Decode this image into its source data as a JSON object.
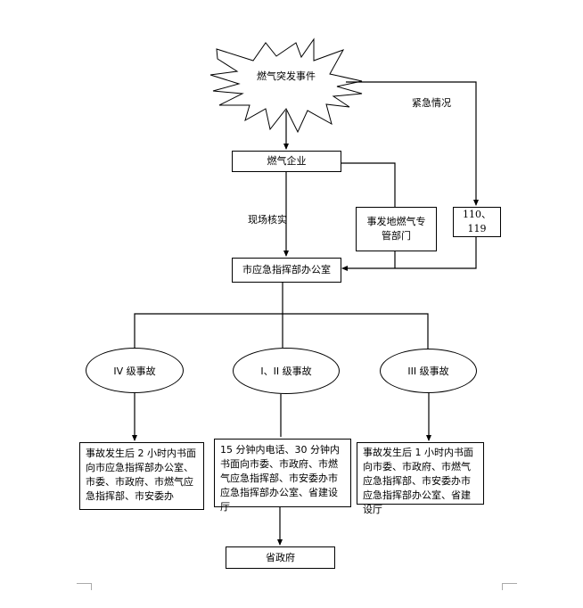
{
  "diagram": {
    "start_event": "燃气突发事件",
    "nodes": {
      "gas_company": "燃气企业",
      "local_gas_dept": "事发地燃气专管部门",
      "emergency_numbers": "110、119",
      "emergency_office": "市应急指挥部办公室",
      "level_iv": "IV 级事故",
      "level_i_ii": "I、II 级事故",
      "level_iii": "III 级事故",
      "report_iv": "事故发生后 2 小时内书面向市应急指挥部办公室、市委、市政府、市燃气应急指挥部、市安委办",
      "report_i_ii": "15 分钟内电话、30 分钟内书面向市委、市政府、市燃气应急指挥部、市安委办市应急指挥部办公室、省建设厅",
      "report_iii": "事故发生后 1 小时内书面向市委、市政府、市燃气应急指挥部、市安委办市应急指挥部办公室、省建设厅",
      "provincial_gov": "省政府"
    },
    "edge_labels": {
      "emergency": "紧急情况",
      "onsite_verify": "现场核实"
    }
  }
}
